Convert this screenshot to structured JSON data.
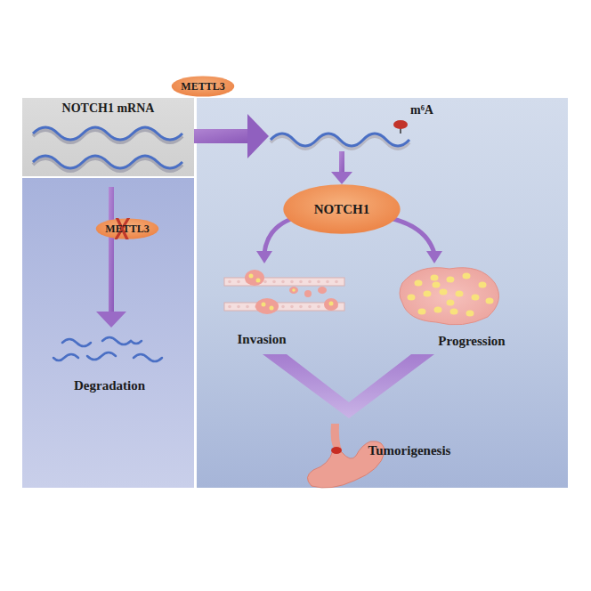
{
  "diagram": {
    "nodes": [
      {
        "text": [
          "NOTCH1 mRNA"
        ]
      },
      {
        "text": [
          "METTL3"
        ]
      },
      {
        "text": [
          "METTL3"
        ]
      },
      {
        "text": [
          "NOTCH1"
        ]
      }
    ],
    "labels": [
      "m⁶A",
      "Degradation",
      "Invasion",
      "Progression",
      "Tumorigenesis"
    ]
  }
}
